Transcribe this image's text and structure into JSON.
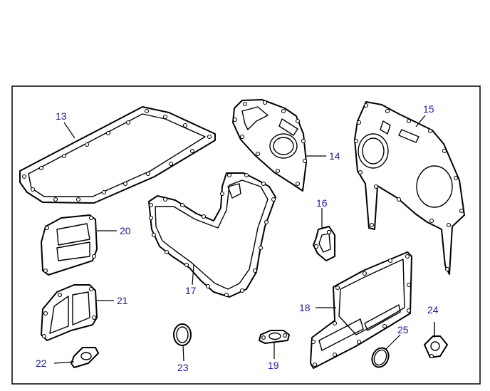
{
  "callouts": {
    "p13": "13",
    "p14": "14",
    "p15": "15",
    "p16": "16",
    "p17": "17",
    "p18": "18",
    "p19": "19",
    "p20": "20",
    "p21": "21",
    "p22": "22",
    "p23": "23",
    "p24": "24",
    "p25": "25"
  },
  "colors": {
    "callout_text": "#1a1aa6",
    "line": "#000000",
    "background": "#ffffff"
  }
}
